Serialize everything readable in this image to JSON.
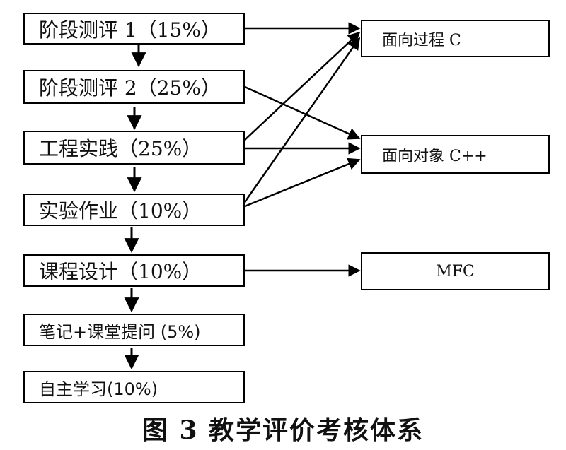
{
  "diagram": {
    "stages": [
      {
        "label": "阶段测评 1（15%）"
      },
      {
        "label": "阶段测评 2（25%）"
      },
      {
        "label": "工程实践（25%）"
      },
      {
        "label": "实验作业（10%）"
      },
      {
        "label": "课程设计（10%）"
      },
      {
        "label": "笔记+课堂提问 (5%)"
      },
      {
        "label": "自主学习(10%)"
      }
    ],
    "targets": [
      {
        "label": "面向过程 C"
      },
      {
        "label": "面向对象 C++"
      },
      {
        "label": "MFC"
      }
    ],
    "links": [
      {
        "from": "阶段测评 1（15%）",
        "to": "面向过程 C"
      },
      {
        "from": "阶段测评 2（25%）",
        "to": "面向对象 C++"
      },
      {
        "from": "工程实践（25%）",
        "to": "面向过程 C"
      },
      {
        "from": "工程实践（25%）",
        "to": "面向对象 C++"
      },
      {
        "from": "实验作业（10%）",
        "to": "面向过程 C"
      },
      {
        "from": "实验作业（10%）",
        "to": "面向对象 C++"
      },
      {
        "from": "课程设计（10%）",
        "to": "MFC"
      }
    ],
    "caption": "图 3   教学评价考核体系"
  }
}
